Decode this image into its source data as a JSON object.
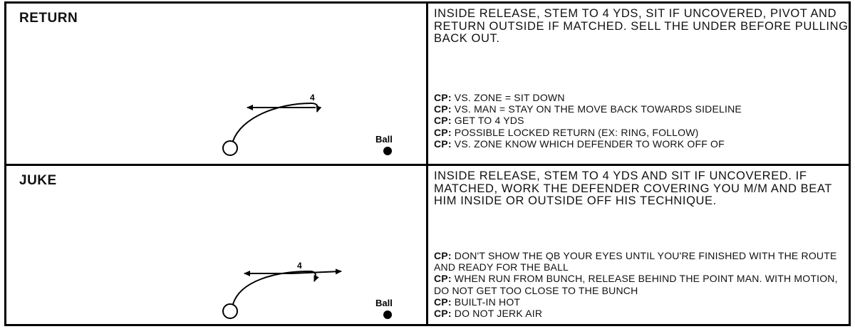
{
  "routes": [
    {
      "name": "RETURN",
      "stem_yds": "4",
      "ball_label": "Ball",
      "description": "INSIDE RELEASE, STEM TO 4 YDS, SIT IF UNCOVERED, PIVOT AND RETURN OUTSIDE IF MATCHED. SELL THE UNDER BEFORE PULLING BACK OUT.",
      "coaching_points": [
        {
          "prefix": "CP:",
          "text": " VS. ZONE = SIT DOWN"
        },
        {
          "prefix": "CP:",
          "text": " VS. MAN = STAY ON THE MOVE BACK TOWARDS SIDELINE"
        },
        {
          "prefix": "CP:",
          "text": " GET TO 4 YDS"
        },
        {
          "prefix": "CP:",
          "text": " POSSIBLE LOCKED RETURN (EX: RING, FOLLOW)"
        },
        {
          "prefix": "CP:",
          "text": " VS. ZONE KNOW WHICH DEFENDER TO WORK OFF OF"
        }
      ]
    },
    {
      "name": "JUKE",
      "stem_yds": "4",
      "ball_label": "Ball",
      "description": "INSIDE RELEASE, STEM TO 4 YDS AND SIT IF UNCOVERED. IF MATCHED, WORK THE DEFENDER COVERING YOU M/M AND BEAT HIM INSIDE OR OUTSIDE OFF HIS TECHNIQUE.",
      "coaching_points": [
        {
          "prefix": "CP:",
          "text": " DON'T SHOW THE QB YOUR EYES UNTIL YOU'RE FINISHED WITH THE ROUTE AND READY FOR THE BALL"
        },
        {
          "prefix": "CP:",
          "text": " WHEN RUN FROM BUNCH, RELEASE BEHIND THE POINT MAN. WITH MOTION, DO NOT GET TOO CLOSE TO THE BUNCH"
        },
        {
          "prefix": "CP:",
          "text": " BUILT-IN HOT"
        },
        {
          "prefix": "CP:",
          "text": " DO NOT JERK AIR"
        }
      ]
    }
  ]
}
